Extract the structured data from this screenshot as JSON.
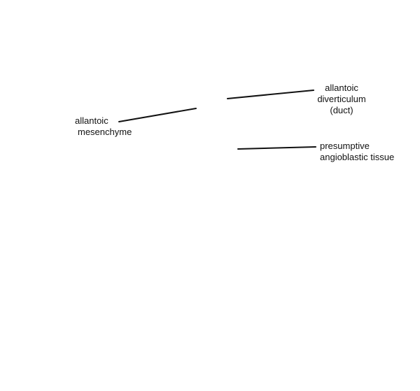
{
  "diagram": {
    "labels": {
      "allantoic_mesenchyme": [
        "allantoic",
        "mesenchyme"
      ],
      "allantoic_diverticulum": [
        "allantoic",
        "diverticulum",
        "(duct)"
      ],
      "presumptive_angioblastic_tissue": [
        "presumptive",
        "angioblastic tissue"
      ]
    },
    "line_color": "#111111",
    "text_color": "#111111",
    "background": "#ffffff"
  }
}
